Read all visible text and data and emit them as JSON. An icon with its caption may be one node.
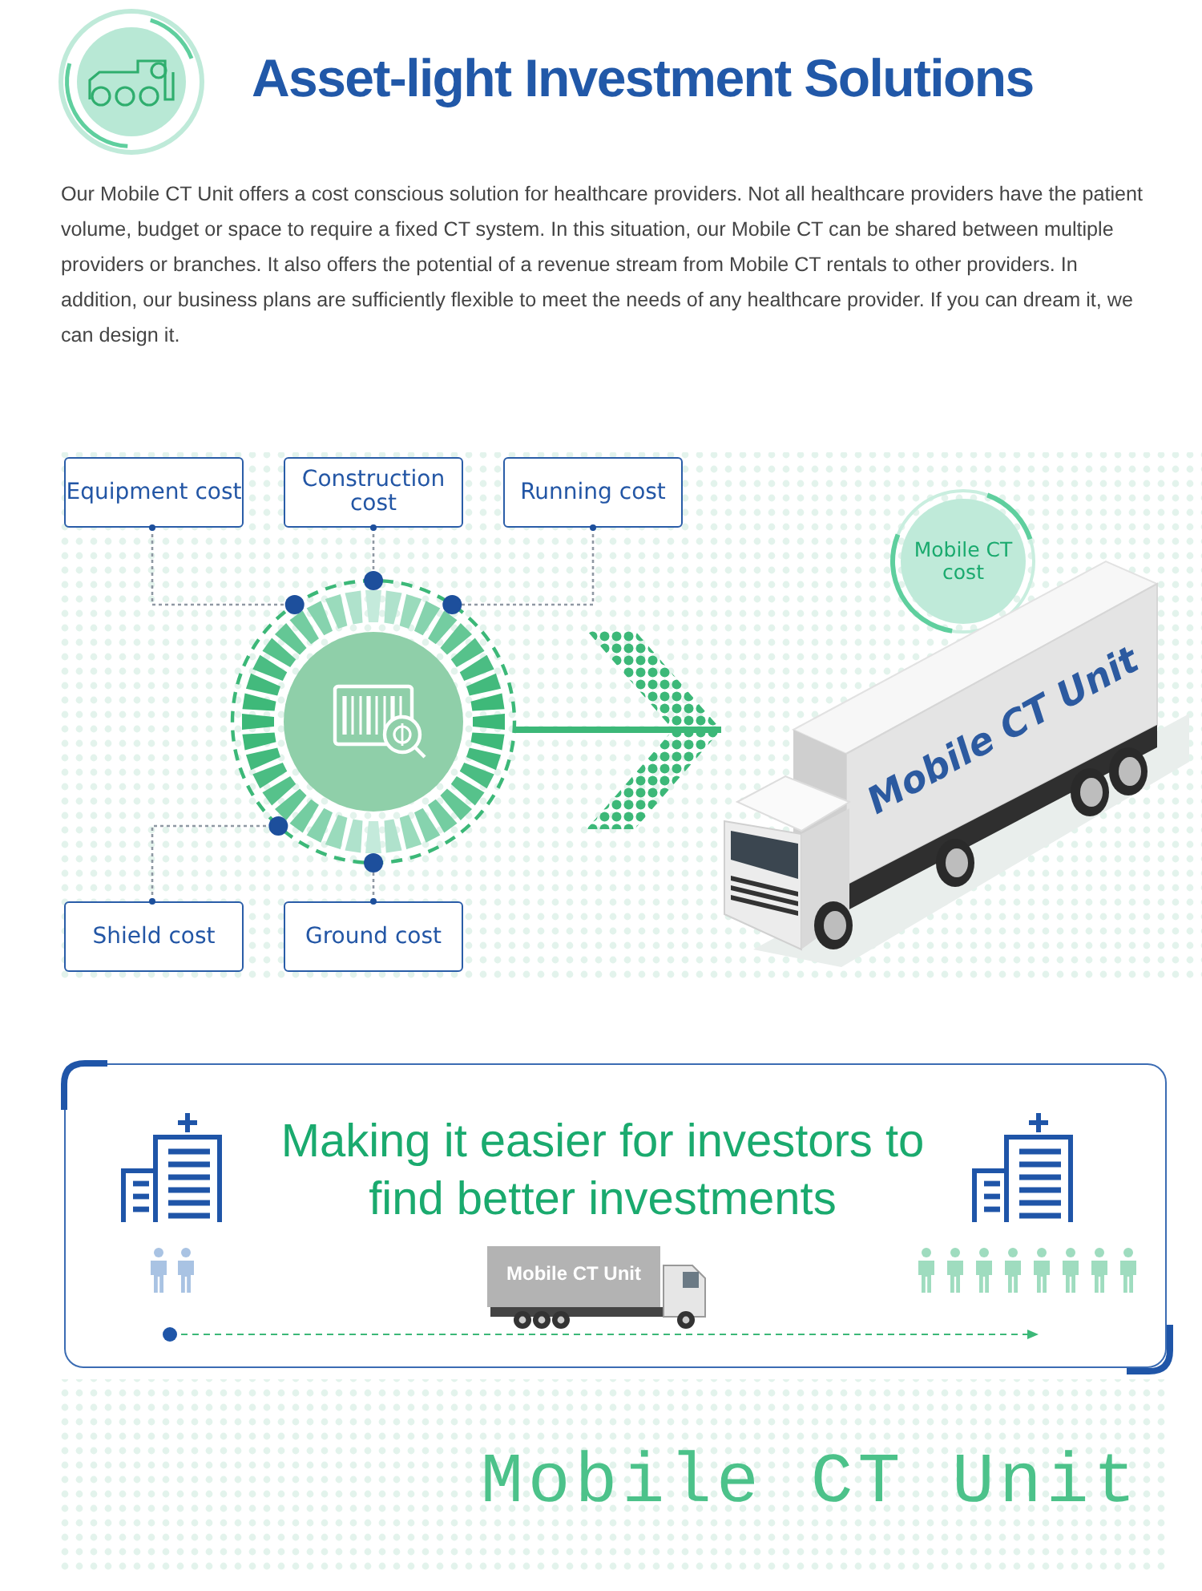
{
  "diagram": {
    "title": "Asset-light Investment Solutions",
    "nodes": [
      {
        "text": [
          "Equipment cost"
        ]
      },
      {
        "text": [
          "Construction cost"
        ]
      },
      {
        "text": [
          "Running cost"
        ]
      },
      {
        "text": [
          "Mobile CT cost"
        ]
      },
      {
        "text": [],
        "shape": "circle"
      },
      {
        "text": [
          "Mobile CT Unit"
        ]
      },
      {
        "text": [
          "Shield cost"
        ]
      },
      {
        "text": [
          "Ground cost"
        ]
      },
      {
        "text": [
          "Making it easier for investors to find better investments"
        ]
      },
      {
        "text": [
          "Mobile CT Unit"
        ],
        "in": 8
      }
    ],
    "edges": [
      {
        "from": 0,
        "to": 4,
        "arrow": "other",
        "style": "dashed"
      },
      {
        "from": 1,
        "to": 4,
        "arrow": "other",
        "style": "dashed"
      },
      {
        "from": 2,
        "to": 4,
        "arrow": "other",
        "style": "dashed"
      },
      {
        "from": 6,
        "to": 4,
        "arrow": "other",
        "style": "dashed"
      },
      {
        "from": 7,
        "to": 4,
        "arrow": "other",
        "style": "dashed"
      },
      {
        "from": 4,
        "to": 5,
        "arrow": "to",
        "style": "thick",
        "color": "#3cb878"
      }
    ],
    "labels": [
      "Our Mobile CT Unit offers a cost conscious solution for healthcare providers.  Not all healthcare providers have the patient volume, budget or space to require a fixed CT system.  In this situation, our Mobile CT can be shared between multiple providers or branches.  It also offers the potential of a revenue stream from Mobile CT rentals to other providers.  In addition, our business plans are sufficiently flexible to meet the needs of any healthcare provider.  If you can dream it, we can design it.",
      "Mobile CT Unit"
    ]
  }
}
